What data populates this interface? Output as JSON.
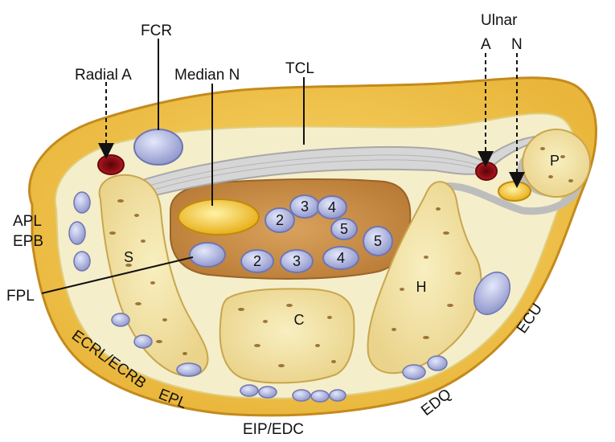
{
  "labels": {
    "fcr": "FCR",
    "radial_a": "Radial A",
    "median_n": "Median N",
    "tcl": "TCL",
    "ulnar": "Ulnar",
    "ulnar_a": "A",
    "ulnar_n": "N",
    "apl": "APL",
    "epb": "EPB",
    "fpl": "FPL",
    "ecrl_ecrb": "ECRL/ECRB",
    "epl": "EPL",
    "eip_edc": "EIP/EDC",
    "edq": "EDQ",
    "ecu": "ECU"
  },
  "bones": {
    "scaphoid": "S",
    "capitate": "C",
    "hamate": "H",
    "pisiform": "P"
  },
  "tendons": {
    "fds_2": "2",
    "fds_3": "3",
    "fds_4": "4",
    "fds_5": "5",
    "fdp_2": "2",
    "fdp_3": "3",
    "fdp_4": "4",
    "fdp_5": "5"
  },
  "colors": {
    "fat": "#f3c84a",
    "skin": "#d9a32c",
    "fascia": "#f4eecb",
    "bone": "#f3e6a6",
    "bone_pore": "#7a4a18",
    "canal": "#c98d44",
    "tendon": "#a9b0dc",
    "ligament": "#d6d6d6",
    "artery": "#b0131b",
    "nerve": "#f2c21a"
  }
}
